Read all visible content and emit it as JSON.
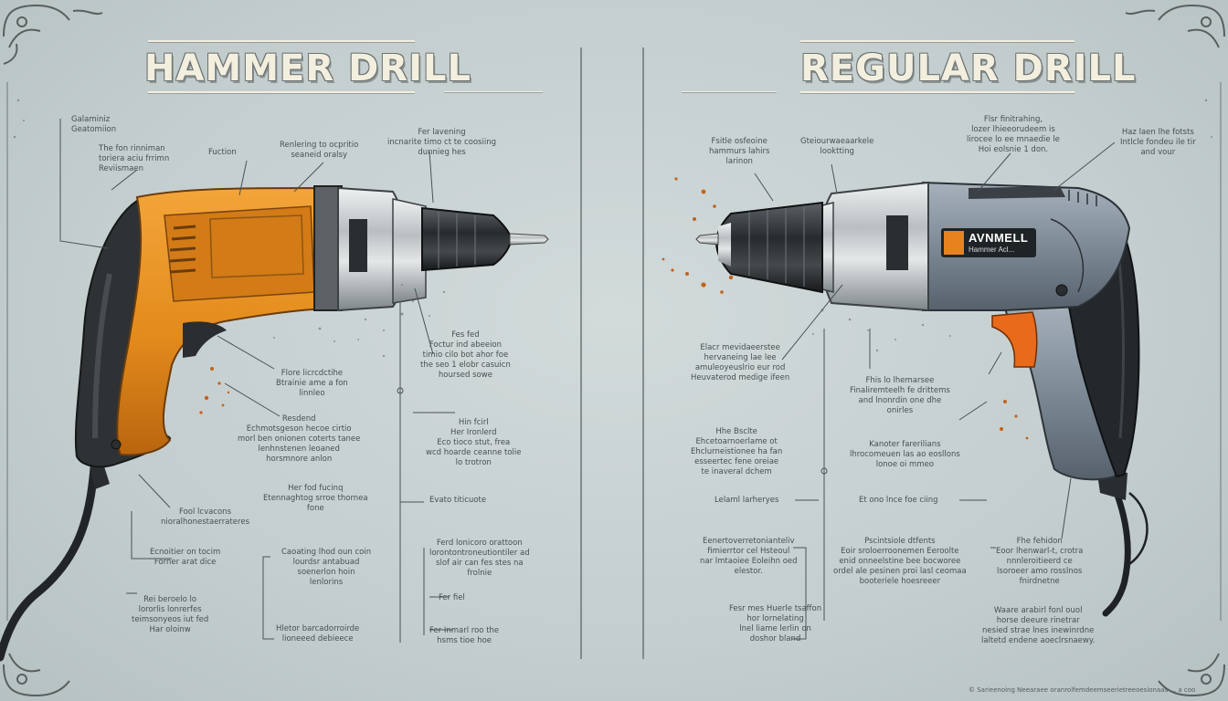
{
  "titles": {
    "left": "HAMMER DRILL",
    "right": "REGULAR DRILL"
  },
  "badge": {
    "brand": "AVNMELL",
    "model": "Hammer Acl..."
  },
  "colors": {
    "background": "#c6d0d0",
    "title_fill": "#f3efdf",
    "hammer_body": "#e8901f",
    "hammer_dark": "#2c2f31",
    "regular_body": "#7f8c98",
    "regular_trigger": "#e86a1a",
    "chrome": "#c9cdcf",
    "ink": "#474f51",
    "rust_dots": "#c2621d"
  },
  "annotations": {
    "left": [
      "Galaminiz\nGeatomiion",
      "The fon rinniman\ntoriera aciu frrimn\nReviismaen",
      "Fuction",
      "Renlering to ocpritio\nseaneid oralsy",
      "Fer lavening\nincnarite timo ct te coosiing\ndunnieg hes",
      "Fes fed\nFoctur ind abeeion\ntimio cilo bot ahor foe\nthe seo 1 elobr casuicn\nhoursed sowe",
      "Flore licrcdctihe\nBtrainie ame a fon\nlinnleo",
      "Resdend\nEchmotsgeson hecoe cirtio\nmorl ben onionen coterts tanee\nlenhnstenen leoaned\nhorsmnore anlon",
      "Hin fcirl\nHer Ironlerd\nEco tioco stut, frea\nwcd hoarde ceanne tolie\nlo trotron",
      "Her fod fucinq\nEtennaghtog srroe thornea\nfone",
      "Evato titicuote",
      "Fool lcvacons\nnioralhonestaerrateres",
      "Ecnoitier on tocim\nForner arat dice",
      "Caoating lhod oun coin\nlourdsr antabuad\nsoenerlon hoin\nlenlorins",
      "Ferd lonicoro orattoon\nlorontontroneutiontiler ad\nslof air can fes stes na\nfrolnie",
      "Fer fiel",
      "Fer Inmarl roo the\nhsms tioe hoe",
      "Rei beroelo lo\nlororlis lonrerfes\nteimsonyeos iut fed\nHar oloinw",
      "Hletor barcadorroirde\nlioneeed debieece"
    ],
    "right": [
      "Fsitle osfeoine\nhammurs lahirs\nlarinon",
      "Gteiourwaeaarkele\nlooktting",
      "Flsr finitrahing,\nlozer lhieeorudeem is\nlirocee lo ee mnaedie le\nHoi eolsnie 1 don.",
      "Haz laen lhe fotsts\nIntlcle fondeu ile tir\nand vour",
      "Elacr mevidaeerstee\nhervaneing lae lee\namuleoyeuslrio eur rod\nHeuvaterod medige ifeen",
      "Fhis lo lhemarsee\nFinaliremteelh fe drittems\nand lnonrdin one dhe\nonirles",
      "Hhe Bsclte\nEhcetoarnoerlame ot\nEhclurneistionee ha fan\nesseertec fene oreiae\nte inaveral dchem",
      "Kanoter farerilians\nlhrocomeuen las ao eosllons\nlonoe oi mmeo",
      "Lelaml larheryes",
      "Et ono lnce foe ciing",
      "Eenertoverretonianteliv\nfimierrtor cel Hsteoul\nnar lmtaoiee Eoleihn oed\nelestor.",
      "Pscintsiole dtfents\nEoir sroloerroonemen Eeroolte\nenid onneelstine bee bocworee\nordel ale pesinen proi lasl ceomaa\nbooteriele hoesreeer",
      "Fhe fehidon\nEoor lhenwarl-t, crotra\nnnnleroitieerd ce\nlsoroeer amo rosslnos\nfnirdnetne",
      "Fesr mes Huerle tsaffon\nhor lornelating\nlnel liame lerlin on\ndoshor bland",
      "Waare arabirl fonl ouol\nhorse deeure rinetrar\nnesied strae lnes inewinrdne\nlaltetd endene aoeclrsnaewy."
    ],
    "footer": "© Sarieenoing Neearaee oranrolfemdeemseerietreeoesionaas ... a coo"
  }
}
